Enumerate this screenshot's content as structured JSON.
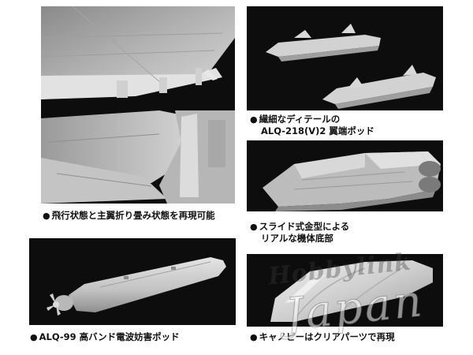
{
  "captions": {
    "wing": "飛行状態と主翼折り畳み状態を再現可能",
    "pod_line1": "繊細なディテールの",
    "pod_line2": "ALQ-218(V)2 翼端ポッド",
    "slide_line1": "スライド式金型による",
    "slide_line2": "リアルな機体底部",
    "alq99": "ALQ-99 高バンド電波妨害ポッド",
    "canopy": "キャノピーはクリアパーツで再現"
  },
  "bullet": "●",
  "watermark": {
    "line1": "Hobbylink",
    "line2": "Japan"
  },
  "colors": {
    "panel_bg": "#0d0d0d",
    "part_gray": "#c9c9c9",
    "part_shadow": "#9a9a9a",
    "part_highlight": "#e6e6e6"
  }
}
